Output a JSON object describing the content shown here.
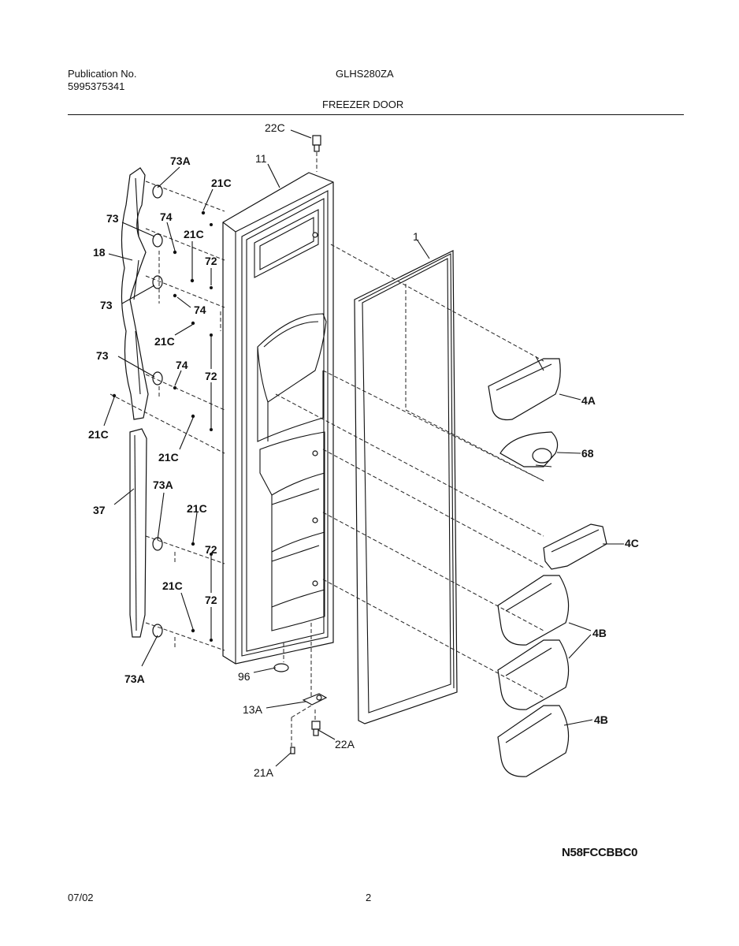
{
  "header": {
    "publication_label": "Publication No.",
    "publication_number": "5995375341",
    "model": "GLHS280ZA",
    "section_title": "FREEZER DOOR"
  },
  "footer": {
    "date": "07/02",
    "page": "2",
    "drawing_code": "N58FCCBBC0"
  },
  "callouts": {
    "c22C_top": "22C",
    "c11": "11",
    "c73A_top": "73A",
    "c21C_a": "21C",
    "c73_a": "73",
    "c74_a": "74",
    "c21C_b": "21C",
    "c18": "18",
    "c72_a": "72",
    "c73_b": "73",
    "c74_b": "74",
    "c21C_c": "21C",
    "c73_c": "73",
    "c74_c": "74",
    "c72_b": "72",
    "c21C_d": "21C",
    "c21C_e": "21C",
    "c37": "37",
    "c73A_mid": "73A",
    "c21C_f": "21C",
    "c72_c": "72",
    "c21C_g": "21C",
    "c72_d": "72",
    "c73A_bot": "73A",
    "c96": "96",
    "c13A": "13A",
    "c22A": "22A",
    "c21A": "21A",
    "c1": "1",
    "c4A": "4A",
    "c68": "68",
    "c4C": "4C",
    "c4B_a": "4B",
    "c4B_b": "4B"
  }
}
